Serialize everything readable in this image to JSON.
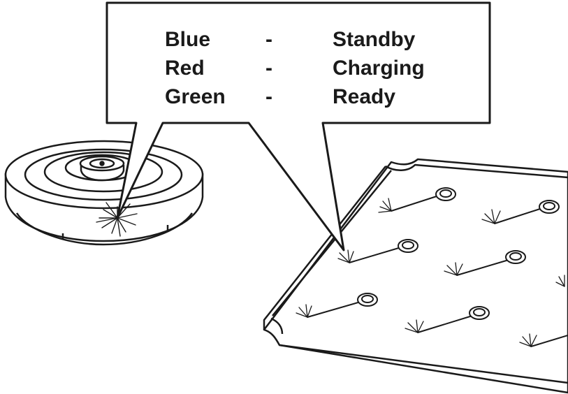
{
  "legend": {
    "rows": [
      {
        "color_name": "Blue",
        "separator": "-",
        "status": "Standby"
      },
      {
        "color_name": "Red",
        "separator": "-",
        "status": "Charging"
      },
      {
        "color_name": "Green",
        "separator": "-",
        "status": "Ready"
      }
    ]
  },
  "colors": {
    "stroke": "#1a1a1a",
    "background": "#ffffff"
  },
  "icons": [
    "charging-hub-device",
    "charging-mat",
    "led-indicator-flash",
    "charging-pad-spark"
  ]
}
